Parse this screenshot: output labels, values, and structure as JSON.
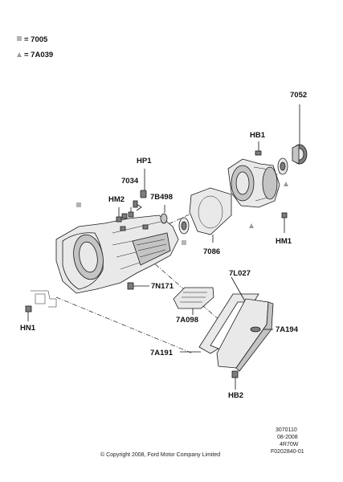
{
  "legend": [
    {
      "symbol": "square",
      "text": "= 7005",
      "color": "#b3b3b3"
    },
    {
      "symbol": "triangle",
      "text": "= 7A039",
      "color": "#9a9a9a"
    }
  ],
  "labels": {
    "p7052": "7052",
    "hb1": "HB1",
    "hp1": "HP1",
    "p7034": "7034",
    "hm2": "HM2",
    "p7b498": "7B498",
    "hm1": "HM1",
    "p7086": "7086",
    "p7l027": "7L027",
    "p7n171": "7N171",
    "p7a098": "7A098",
    "p7a194": "7A194",
    "hn1": "HN1",
    "p7a191": "7A191",
    "hb2": "HB2"
  },
  "meta": {
    "line1": "3070110",
    "line2": "08-2008",
    "line3": "4R70W",
    "line4": "F0202840-01"
  },
  "copyright": "© Copyright 2008, Ford Motor Company Limited"
}
